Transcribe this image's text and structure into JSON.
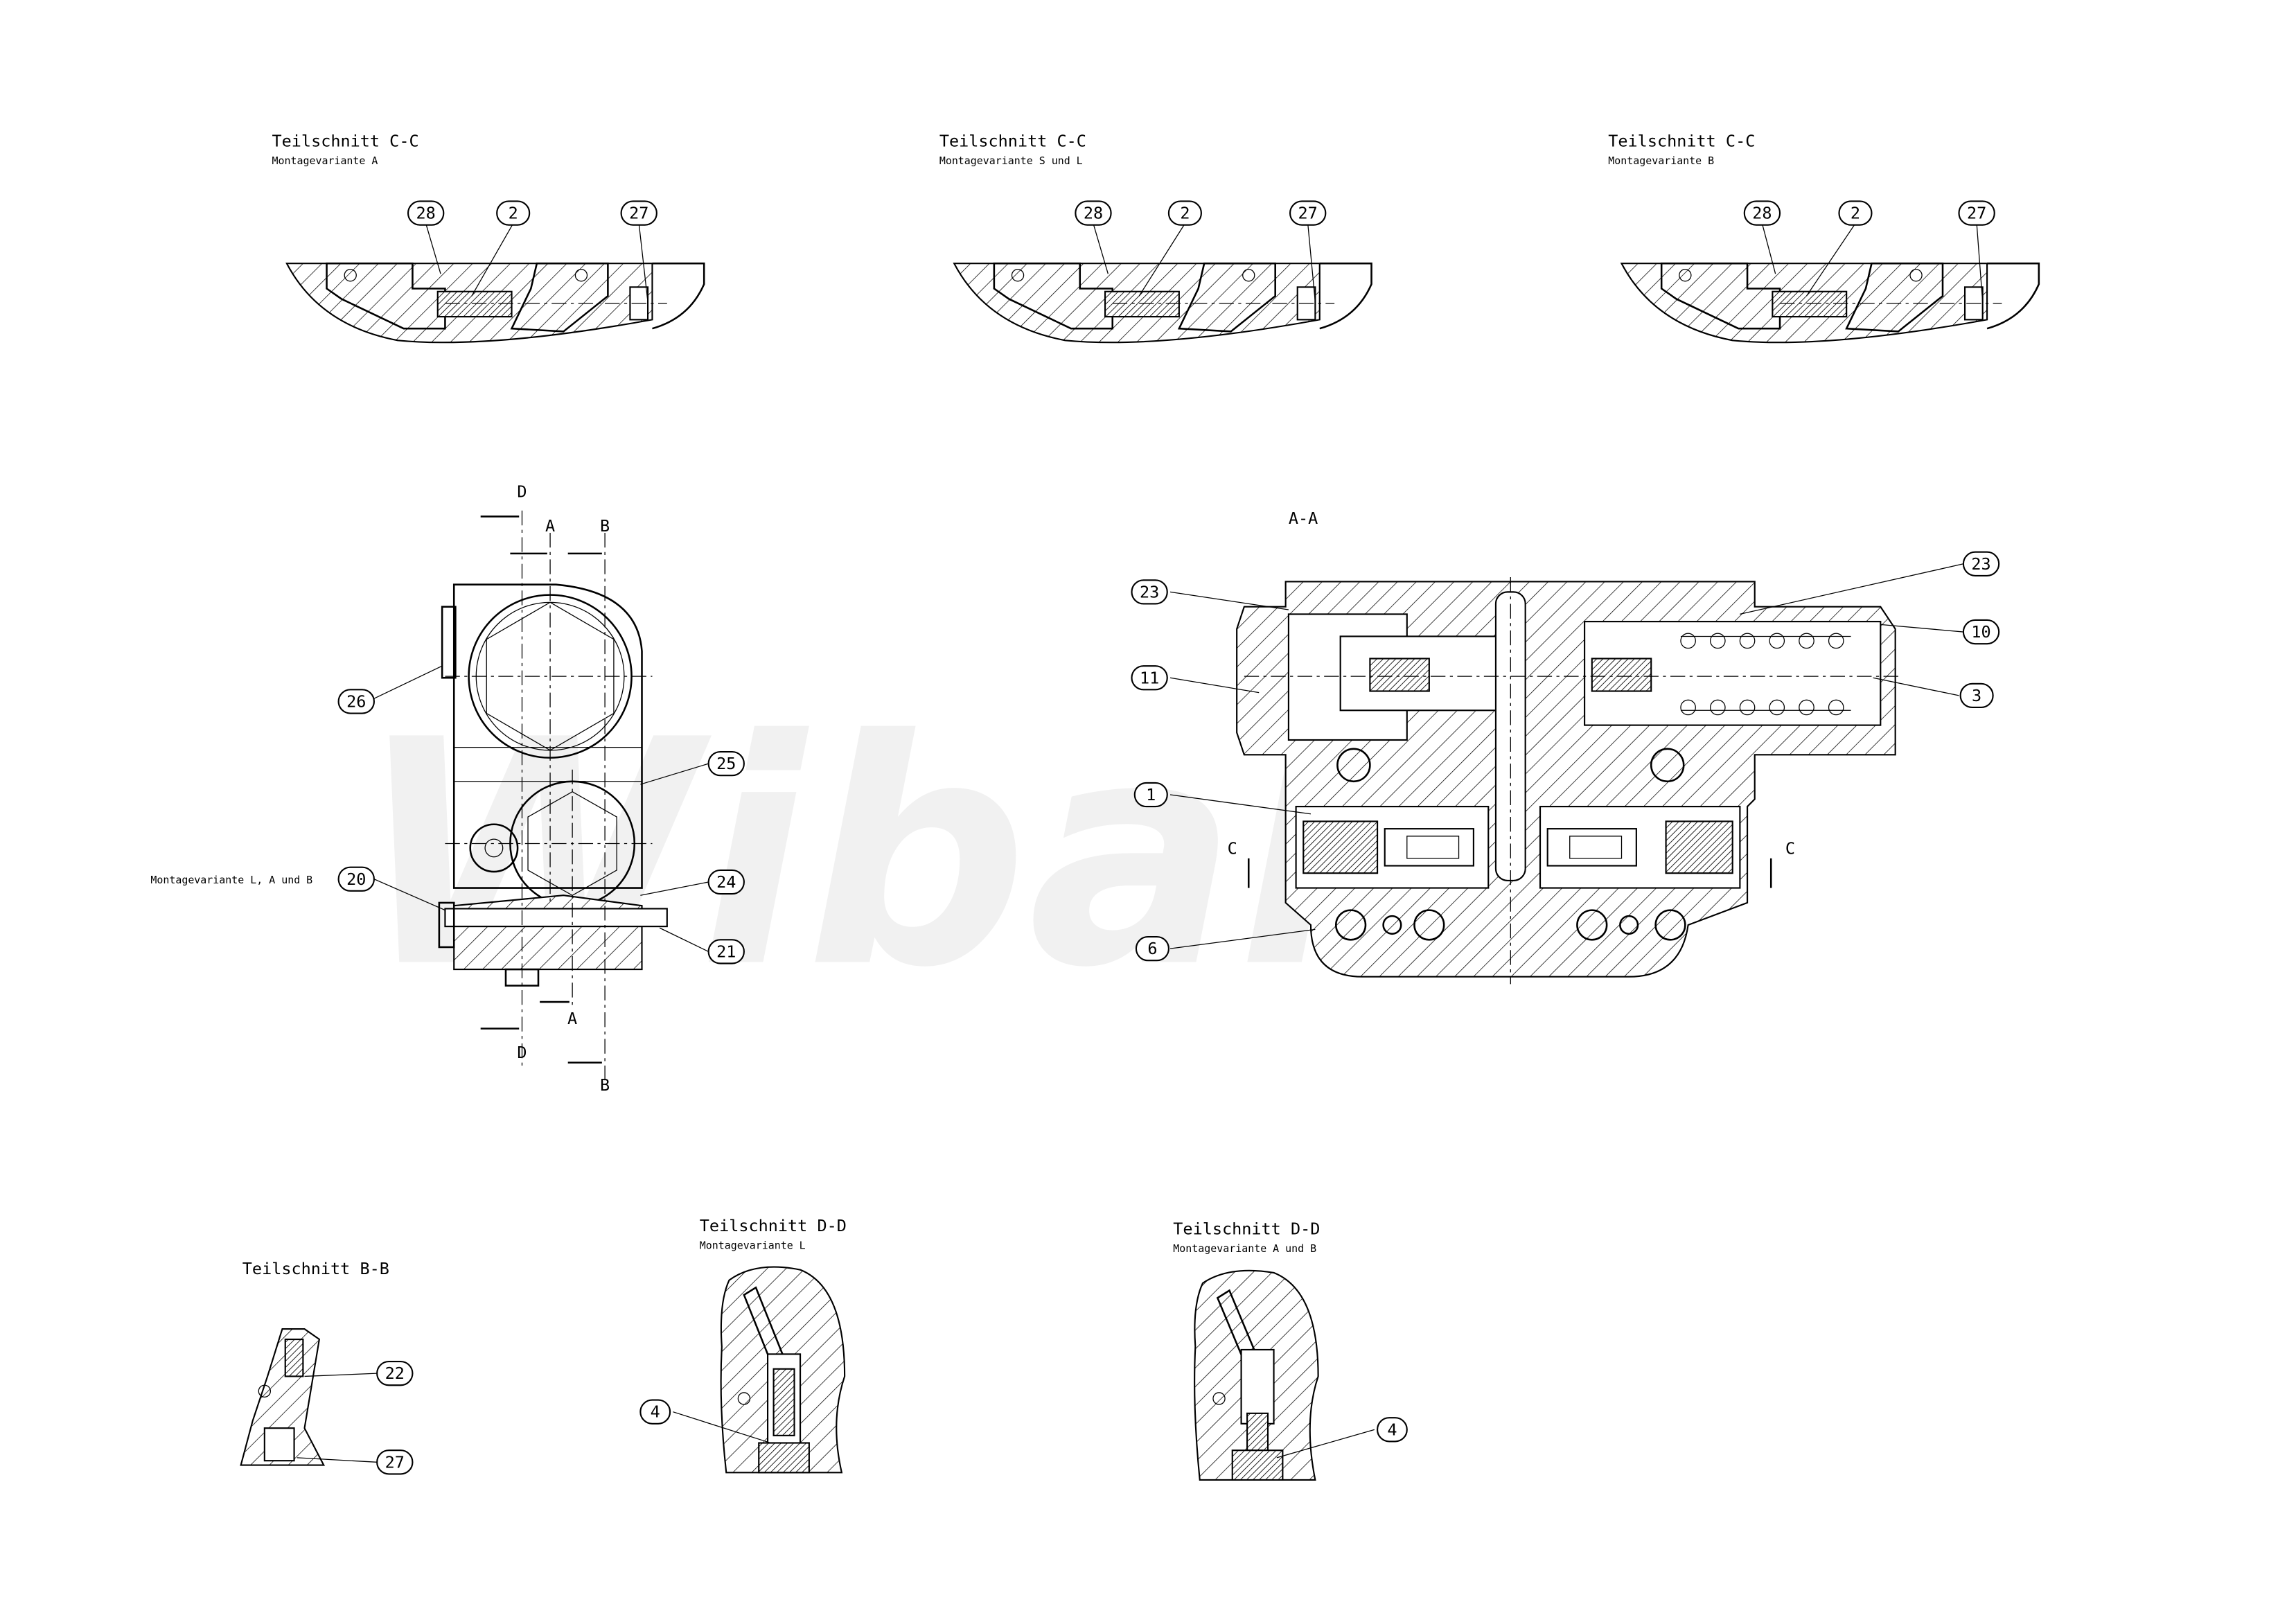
{
  "watermark": "Wibak",
  "partial_sections_top": [
    {
      "title": "Teilschnitt C-C",
      "variant": "Montagevariante A",
      "callouts": [
        "28",
        "2",
        "27"
      ]
    },
    {
      "title": "Teilschnitt C-C",
      "variant": "Montagevariante S und L",
      "callouts": [
        "28",
        "2",
        "27"
      ]
    },
    {
      "title": "Teilschnitt C-C",
      "variant": "Montagevariante B",
      "callouts": [
        "28",
        "2",
        "27"
      ]
    }
  ],
  "side_view": {
    "section_marks": {
      "d_top": "D",
      "a_top": "A",
      "b_top": "B",
      "a_bottom": "A",
      "d_bottom": "D",
      "b_bottom": "B"
    },
    "variant_note": "Montagevariante L, A und B",
    "callouts": {
      "c26": "26",
      "c25": "25",
      "c20": "20",
      "c24": "24",
      "c21": "21"
    }
  },
  "section_aa": {
    "title": "A-A",
    "callouts": {
      "c23_left": "23",
      "c11": "11",
      "c1": "1",
      "c6": "6",
      "c23_right": "23",
      "c10": "10",
      "c3": "3"
    },
    "cut_marks": {
      "left": "C",
      "right": "C"
    }
  },
  "section_bb": {
    "title": "Teilschnitt B-B",
    "callouts": {
      "c22": "22",
      "c27": "27"
    }
  },
  "section_dd_l": {
    "title": "Teilschnitt D-D",
    "variant": "Montagevariante L",
    "callout": "4"
  },
  "section_dd_ab": {
    "title": "Teilschnitt D-D",
    "variant": "Montagevariante A und B",
    "callout": "4"
  }
}
